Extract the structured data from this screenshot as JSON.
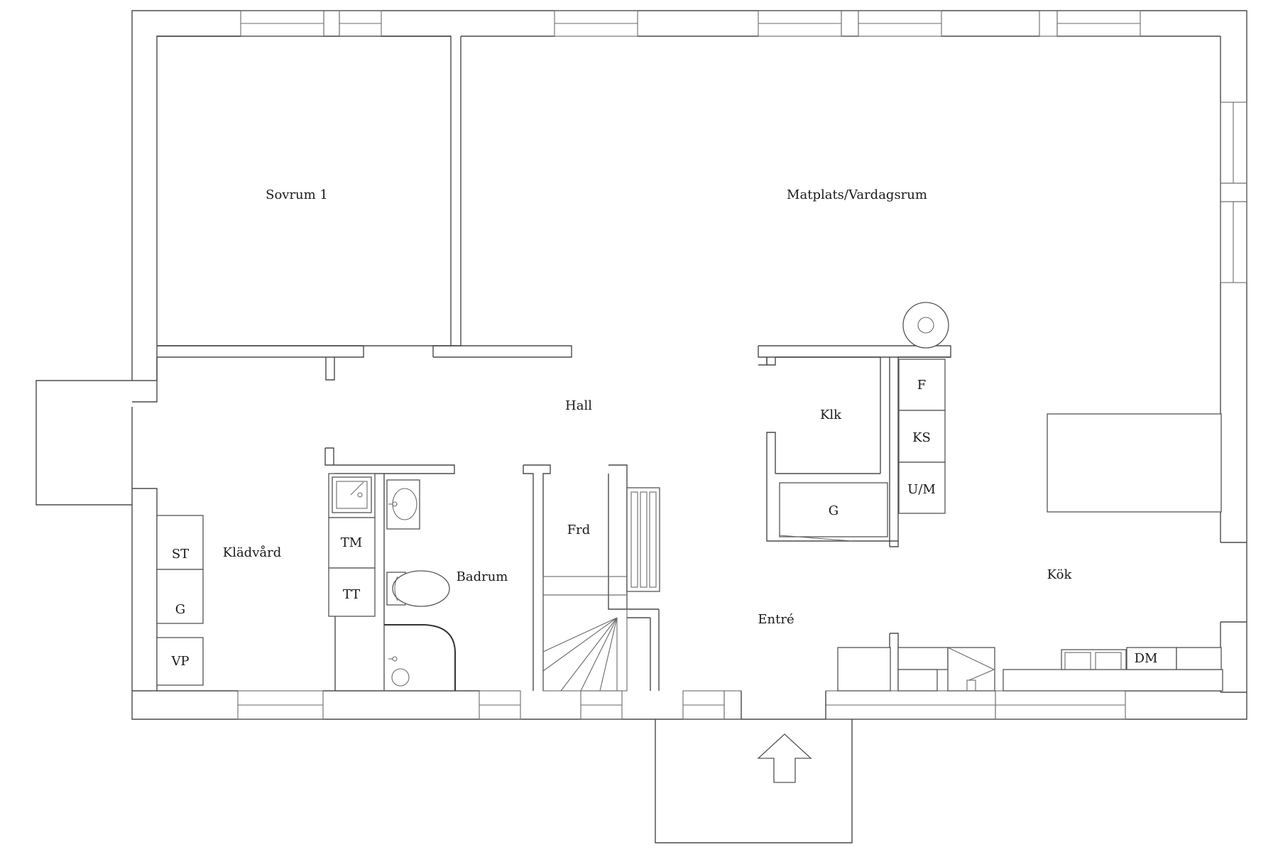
{
  "rooms": {
    "sovrum1": "Sovrum 1",
    "matplats_vardagsrum": "Matplats/Vardagsrum",
    "hall": "Hall",
    "klk": "Klk",
    "kladvard": "Klädvård",
    "badrum": "Badrum",
    "frd": "Frd",
    "entre": "Entré",
    "kok": "Kök"
  },
  "fixtures": {
    "st": "ST",
    "g_kladvard": "G",
    "vp": "VP",
    "tm": "TM",
    "tt": "TT",
    "f": "F",
    "ks": "KS",
    "um": "U/M",
    "g_klk": "G",
    "dm": "DM"
  },
  "colors": {
    "line": "#4a4a4a",
    "background": "#ffffff"
  }
}
